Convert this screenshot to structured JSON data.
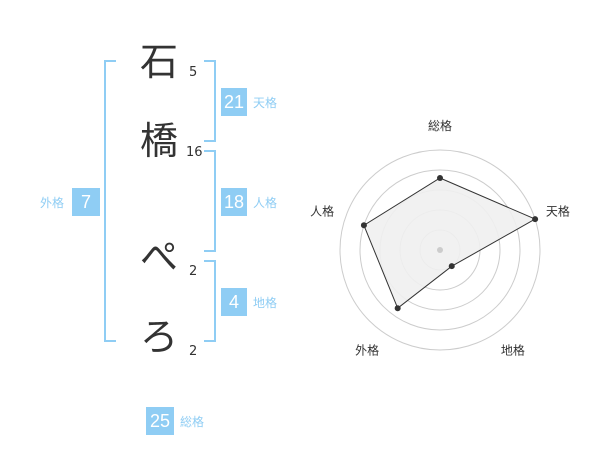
{
  "characters": [
    {
      "char": "石",
      "strokes": "5"
    },
    {
      "char": "橋",
      "strokes": "16"
    },
    {
      "char": "ぺ",
      "strokes": "2"
    },
    {
      "char": "ろ",
      "strokes": "2"
    }
  ],
  "fortunes": {
    "tenkaku": {
      "value": "21",
      "label": "天格"
    },
    "jinkaku": {
      "value": "18",
      "label": "人格"
    },
    "chikaku": {
      "value": "4",
      "label": "地格"
    },
    "gaikaku": {
      "value": "7",
      "label": "外格"
    },
    "soukaku": {
      "value": "25",
      "label": "総格"
    }
  },
  "chart_data": {
    "type": "radar",
    "axes": [
      "総格",
      "天格",
      "地格",
      "外格",
      "人格"
    ],
    "values": [
      0.72,
      1.0,
      0.2,
      0.72,
      0.8
    ],
    "rings": 5,
    "colors": {
      "accent": "#8fcdf4",
      "fill": "#f0f0f0",
      "ring": "#cccccc",
      "line": "#333333"
    }
  }
}
